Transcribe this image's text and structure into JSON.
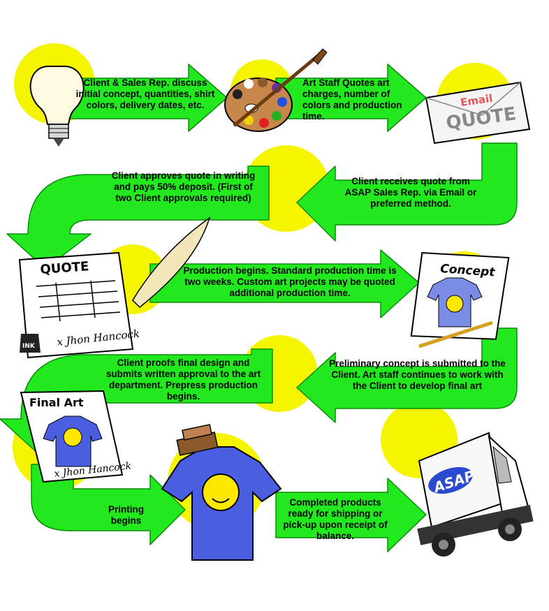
{
  "steps": {
    "s1": "Client & Sales Rep. discuss initial concept, quantities, shirt colors, delivery dates, etc.",
    "s2": "Art Staff Quotes art charges, number of colors and production time.",
    "s3": "Client receives quote from ASAP Sales Rep. via Email or preferred method.",
    "s4": "Client approves quote in writing and pays 50% deposit. (First of two Client approvals required)",
    "s5": "Production begins. Standard production time is two weeks. Custom art projects may be quoted additional production time.",
    "s6": "Preliminary concept is submitted to the Client. Art staff continues to work with the Client to develop final art",
    "s7": "Client proofs final design and submits written approval to the art department. Prepress production begins.",
    "s8": "Printing begins",
    "s9": "Completed products ready for shipping or pick-up upon receipt of balance."
  },
  "illustrations": {
    "email_word": "Email",
    "email_quote": "QUOTE",
    "quote_doc_title": "QUOTE",
    "signature": "x Jhon Hancock",
    "ink_label": "INK",
    "concept_title": "Concept",
    "final_art_title": "Final Art",
    "truck_logo": "ASAP"
  },
  "colors": {
    "arrow_green": "#22e81e",
    "arrow_stroke": "#0a8a0a",
    "circle_yellow": "#f5f500",
    "tshirt_blue": "#5a6ee0",
    "smiley_yellow": "#ffe800"
  }
}
